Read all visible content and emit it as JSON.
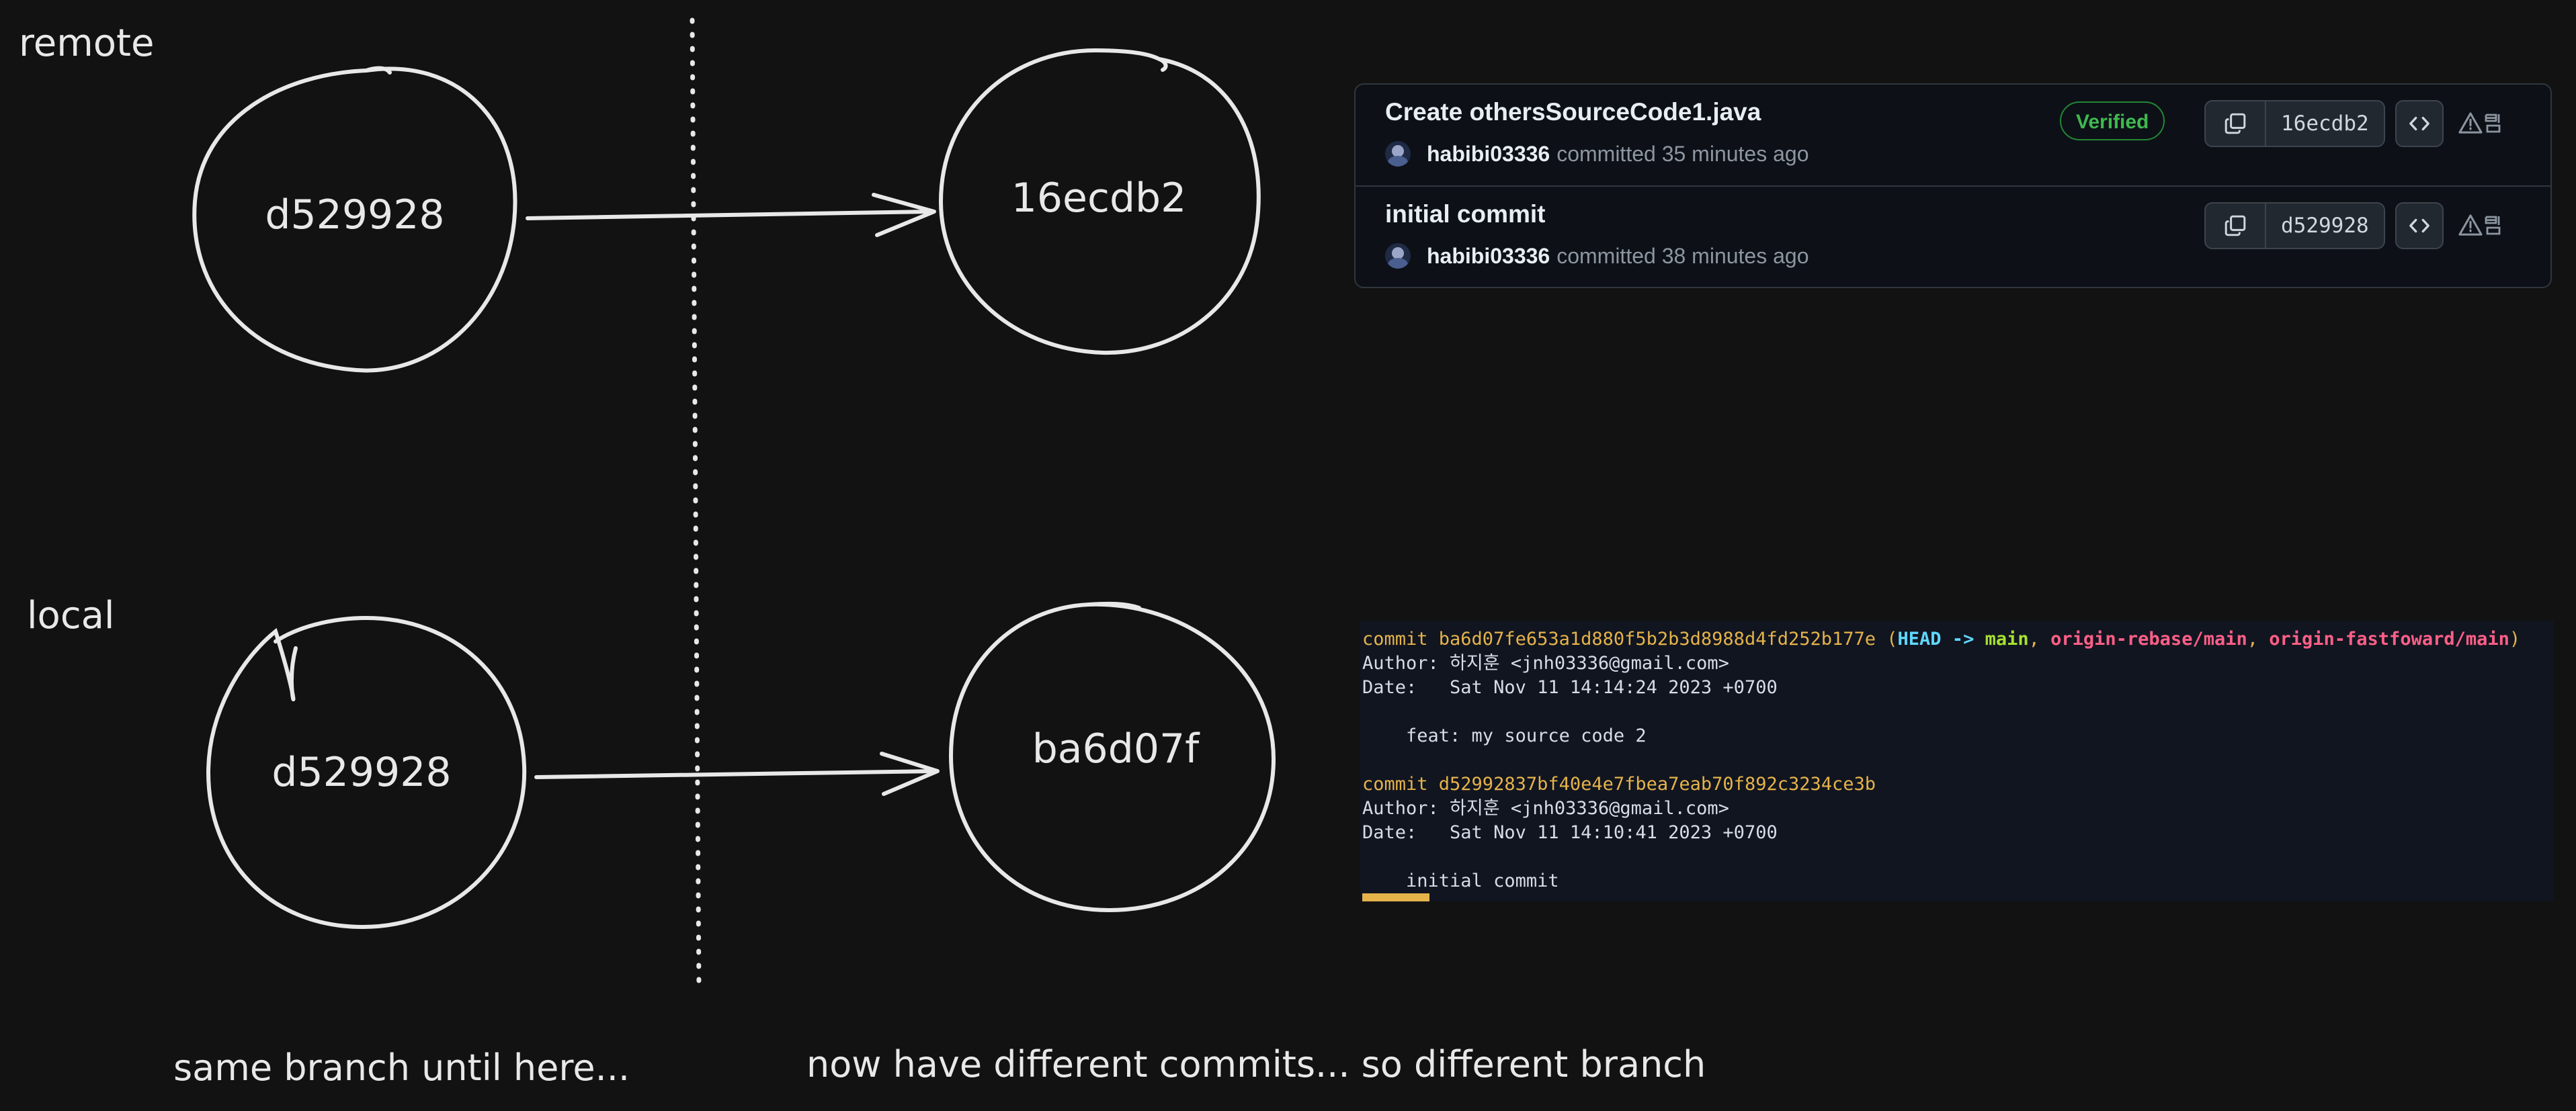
{
  "labels": {
    "remote": "remote",
    "local": "local",
    "same_branch": "same branch until here...",
    "different_commits": "now have different commits... so different branch"
  },
  "diagram": {
    "remote_left": "d529928",
    "remote_right": "16ecdb2",
    "local_left": "d529928",
    "local_right": "ba6d07f"
  },
  "github_commits": [
    {
      "title": "Create othersSourceCode1.java",
      "author": "habibi03336",
      "time": "committed 35 minutes ago",
      "verified": "Verified",
      "sha": "16ecdb2"
    },
    {
      "title": "initial commit",
      "author": "habibi03336",
      "time": "committed 38 minutes ago",
      "sha": "d529928"
    }
  ],
  "terminal": {
    "commit1": {
      "keyword": "commit ba6d07fe653a1d880f5b2b3d8988d4fd252b177e",
      "open": " (",
      "head": "HEAD -> ",
      "branch_main": "main",
      "sep1": ", ",
      "branch_rebase": "origin-rebase/main",
      "sep2": ", ",
      "branch_ff": "origin-fastfoward/main",
      "close": ")",
      "author": "Author: 하지훈 <jnh03336@gmail.com>",
      "date": "Date:   Sat Nov 11 14:14:24 2023 +0700",
      "message": "    feat: my source code 2"
    },
    "commit2": {
      "keyword": "commit d52992837bf40e4e7fbea7eab70f892c3234ce3b",
      "author": "Author: 하지훈 <jnh03336@gmail.com>",
      "date": "Date:   Sat Nov 11 14:10:41 2023 +0700",
      "message": "    initial commit"
    }
  },
  "colors": {
    "background": "#121212",
    "verified_green": "#3fb950",
    "commit_yellow": "#e5b34a",
    "head_cyan": "#5fd7ff",
    "main_green": "#a6e22e",
    "branch_pink": "#ff5f87"
  },
  "icons": [
    "copy-icon",
    "code-icon",
    "warning-icon",
    "avatar"
  ]
}
